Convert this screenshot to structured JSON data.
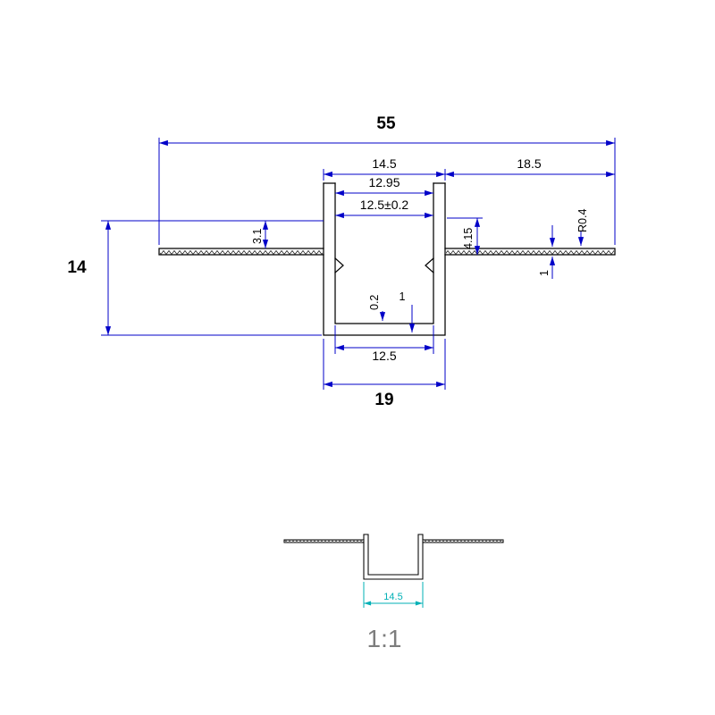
{
  "page": {
    "background": "#ffffff"
  },
  "main_drawing": {
    "dims": {
      "overall_width": "55",
      "opening_width": "14.5",
      "right_flange_width": "18.5",
      "inner_lip_width": "12.95",
      "inner_width_tolerance": "12.5±0.2",
      "serration_radius": "R0.4",
      "lip_height": "3.1",
      "wall_depth": "4.15",
      "overall_height": "14",
      "bottom_step": "0.2",
      "bottom_thickness": "1",
      "flange_thickness": "1",
      "inner_bottom_width": "12.5",
      "channel_outer_width": "19"
    },
    "colors": {
      "profile_line": "#000000",
      "dimension_line": "#0000c8",
      "label_text": "#000000"
    }
  },
  "detail_drawing": {
    "dims": {
      "opening_width": "14.5"
    },
    "scale_label": "1:1",
    "colors": {
      "dimension_line": "#00b0b6",
      "scale_text": "#7d7d7d"
    }
  }
}
